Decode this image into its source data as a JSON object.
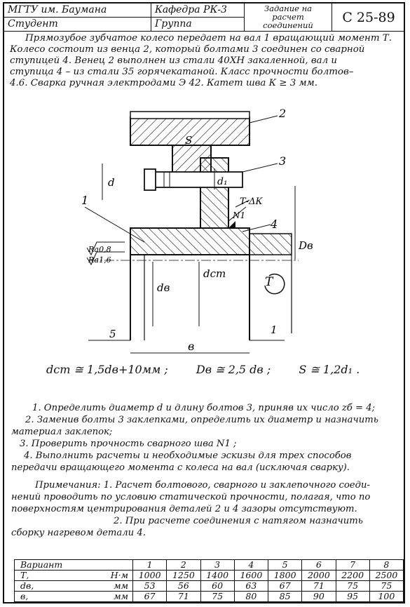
{
  "header": {
    "university": "МГТУ им. Баумана",
    "department": "Кафедра РК-3",
    "task_line1": "Задание на",
    "task_line2": "расчет",
    "task_line3": "соединений",
    "code": "С 25-89",
    "student": "Студент",
    "group": "Группа"
  },
  "intro": [
    "Прямозубое зубчатое колесо передает на вал 1 вращающий момент Т.",
    "Колесо состоит из венца 2, который болтами 3 соединен со сварной",
    "ступицей 4. Венец 2 выполнен из стали 40ХН закаленной, вал и",
    "ступица 4 – из стали 35 горячекатаной. Класс прочности болтов–",
    "4.6. Сварка ручная электродами Э 42. Катет шва К ≥ 3 мм."
  ],
  "drawing": {
    "labels": {
      "n2": "2",
      "n3": "3",
      "n4": "4",
      "n1": "1",
      "s": "S",
      "d": "d",
      "d1": "d₁",
      "t_dk": "Т-ΔК",
      "n1_weld": "N1",
      "ra1": "Ra0,8",
      "ra2": "Ra1,6",
      "dv": "dв",
      "dst": "dст",
      "Dv": "Dв",
      "T": "Т",
      "b": "в",
      "five": "5",
      "one": "1"
    }
  },
  "formula": {
    "f1": "dст ≅ 1,5dв+10мм ;",
    "f2": "Dв ≅ 2,5 dв ;",
    "f3": "S ≅ 1,2d₁ ."
  },
  "tasks": [
    "1. Определить диаметр d и длину болтов 3, приняв их число zб = 4;",
    "2. Заменив болты 3 заклепками, определить их диаметр и назначить",
    "материал заклепок;",
    "3. Проверить прочность сварного шва N1 ;",
    "4. Выполнить расчеты и необходимые эскизы для трех способов",
    "передачи вращающего момента с колеса на вал (исключая сварку)."
  ],
  "notes": [
    "Примечания: 1. Расчет болтового, сварного и заклепочного соеди-",
    "нений проводить по условию статической прочности, полагая, что по",
    "поверхностям центрирования деталей 2 и 4 зазоры отсутствуют.",
    "2. При расчете соединения с натягом назначить",
    "сборку нагревом детали 4."
  ],
  "table": {
    "header_label": "Вариант",
    "variants": [
      "1",
      "2",
      "3",
      "4",
      "5",
      "6",
      "7",
      "8"
    ],
    "rows": [
      {
        "label": "Т,",
        "unit": "Н·м",
        "values": [
          "1000",
          "1250",
          "1400",
          "1600",
          "1800",
          "2000",
          "2200",
          "2500"
        ]
      },
      {
        "label": "dв,",
        "unit": "мм",
        "values": [
          "53",
          "56",
          "60",
          "63",
          "67",
          "71",
          "75",
          "75"
        ]
      },
      {
        "label": "в,",
        "unit": "мм",
        "values": [
          "67",
          "71",
          "75",
          "80",
          "85",
          "90",
          "95",
          "100"
        ]
      }
    ]
  }
}
